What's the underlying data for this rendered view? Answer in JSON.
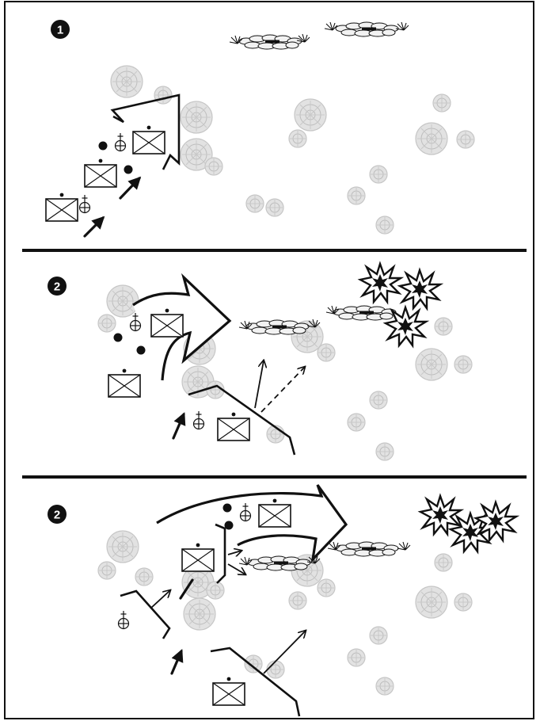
{
  "panels": [
    {
      "step_label": "1"
    },
    {
      "step_label": "2"
    },
    {
      "step_label": "2"
    }
  ],
  "icons": {
    "unit": "infantry-unit-symbol",
    "medic": "medic-symbol",
    "explosion": "explosion-icon",
    "bush": "tree-bush-icon",
    "rubble": "rubble-obstacle-icon"
  },
  "colors": {
    "ink": "#111111",
    "foliage": "#e2e2e2",
    "background": "#ffffff"
  }
}
